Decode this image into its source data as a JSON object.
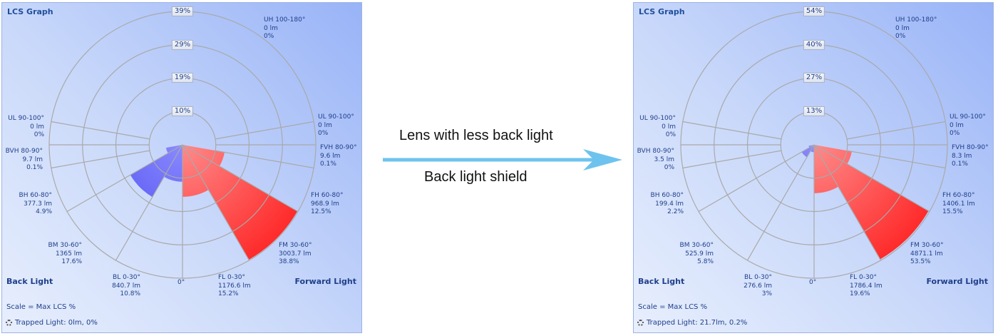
{
  "panels": [
    {
      "title": "LCS Graph",
      "rings": [
        "10%",
        "19%",
        "29%",
        "39%"
      ],
      "scale_max_pct": 39,
      "zero_label": "0°",
      "back_light_label": "Back Light",
      "forward_light_label": "Forward Light",
      "scale_text": "Scale = Max LCS %",
      "trapped_text": "Trapped Light: 0lm, 0%",
      "zones": {
        "UH": {
          "name": "UH 100-180°",
          "lm": "0 lm",
          "pct": "0%"
        },
        "UL_F": {
          "name": "UL 90-100°",
          "lm": "0 lm",
          "pct": "0%"
        },
        "FVH": {
          "name": "FVH 80-90°",
          "lm": "9.6 lm",
          "pct": "0.1%"
        },
        "FH": {
          "name": "FH 60-80°",
          "lm": "968.9 lm",
          "pct": "12.5%"
        },
        "FM": {
          "name": "FM 30-60°",
          "lm": "3003.7 lm",
          "pct": "38.8%"
        },
        "FL": {
          "name": "FL 0-30°",
          "lm": "1176.6 lm",
          "pct": "15.2%"
        },
        "BL": {
          "name": "BL 0-30°",
          "lm": "840.7 lm",
          "pct": "10.8%"
        },
        "BM": {
          "name": "BM 30-60°",
          "lm": "1365 lm",
          "pct": "17.6%"
        },
        "BH": {
          "name": "BH 60-80°",
          "lm": "377.3 lm",
          "pct": "4.9%"
        },
        "BVH": {
          "name": "BVH 80-90°",
          "lm": "9.7 lm",
          "pct": "0.1%"
        },
        "UL_B": {
          "name": "UL 90-100°",
          "lm": "0 lm",
          "pct": "0%"
        }
      }
    },
    {
      "title": "LCS Graph",
      "rings": [
        "13%",
        "27%",
        "40%",
        "54%"
      ],
      "scale_max_pct": 54,
      "zero_label": "0°",
      "back_light_label": "Back Light",
      "forward_light_label": "Forward Light",
      "scale_text": "Scale = Max LCS %",
      "trapped_text": "Trapped Light: 21.7lm, 0.2%",
      "zones": {
        "UH": {
          "name": "UH 100-180°",
          "lm": "0 lm",
          "pct": "0%"
        },
        "UL_F": {
          "name": "UL 90-100°",
          "lm": "0 lm",
          "pct": "0%"
        },
        "FVH": {
          "name": "FVH 80-90°",
          "lm": "8.3 lm",
          "pct": "0.1%"
        },
        "FH": {
          "name": "FH 60-80°",
          "lm": "1406.1 lm",
          "pct": "15.5%"
        },
        "FM": {
          "name": "FM 30-60°",
          "lm": "4871.1 lm",
          "pct": "53.5%"
        },
        "FL": {
          "name": "FL 0-30°",
          "lm": "1786.4 lm",
          "pct": "19.6%"
        },
        "BL": {
          "name": "BL 0-30°",
          "lm": "276.6 lm",
          "pct": "3%"
        },
        "BM": {
          "name": "BM 30-60°",
          "lm": "525.9 lm",
          "pct": "5.8%"
        },
        "BH": {
          "name": "BH 60-80°",
          "lm": "199.4 lm",
          "pct": "2.2%"
        },
        "BVH": {
          "name": "BVH 80-90°",
          "lm": "3.5 lm",
          "pct": "0%"
        },
        "UL_B": {
          "name": "UL 90-100°",
          "lm": "0 lm",
          "pct": "0%"
        }
      }
    }
  ],
  "arrow": {
    "top_text": "Lens with less back light",
    "bottom_text": "Back light shield",
    "color": "#6ec3ee"
  },
  "colors": {
    "forward": "#ff2a2a",
    "back": "#4444ee",
    "grid": "#a9a9a9",
    "text": "#1f3f8a"
  },
  "chart_data": [
    {
      "type": "polar-bar",
      "title": "LCS Graph (before)",
      "rlim": [
        0,
        39
      ],
      "ring_ticks": [
        "10%",
        "19%",
        "29%",
        "39%"
      ],
      "categories": [
        "FL 0-30°",
        "FM 30-60°",
        "FH 60-80°",
        "FVH 80-90°",
        "UL 90-100° (F)",
        "UH 100-180°",
        "UL 90-100° (B)",
        "BVH 80-90°",
        "BH 60-80°",
        "BM 30-60°",
        "BL 0-30°"
      ],
      "lumens": [
        1176.6,
        3003.7,
        968.9,
        9.6,
        0,
        0,
        0,
        9.7,
        377.3,
        1365,
        840.7
      ],
      "values": [
        15.2,
        38.8,
        12.5,
        0.1,
        0,
        0,
        0,
        0.1,
        4.9,
        17.6,
        10.8
      ],
      "annotations": [
        "Back Light",
        "Forward Light",
        "Scale = Max LCS %",
        "Trapped Light: 0lm, 0%"
      ]
    },
    {
      "type": "polar-bar",
      "title": "LCS Graph (after)",
      "rlim": [
        0,
        54
      ],
      "ring_ticks": [
        "13%",
        "27%",
        "40%",
        "54%"
      ],
      "categories": [
        "FL 0-30°",
        "FM 30-60°",
        "FH 60-80°",
        "FVH 80-90°",
        "UL 90-100° (F)",
        "UH 100-180°",
        "UL 90-100° (B)",
        "BVH 80-90°",
        "BH 60-80°",
        "BM 30-60°",
        "BL 0-30°"
      ],
      "lumens": [
        1786.4,
        4871.1,
        1406.1,
        8.3,
        0,
        0,
        0,
        3.5,
        199.4,
        525.9,
        276.6
      ],
      "values": [
        19.6,
        53.5,
        15.5,
        0.1,
        0,
        0,
        0,
        0,
        2.2,
        5.8,
        3
      ],
      "annotations": [
        "Back Light",
        "Forward Light",
        "Scale = Max LCS %",
        "Trapped Light: 21.7lm, 0.2%"
      ]
    }
  ]
}
